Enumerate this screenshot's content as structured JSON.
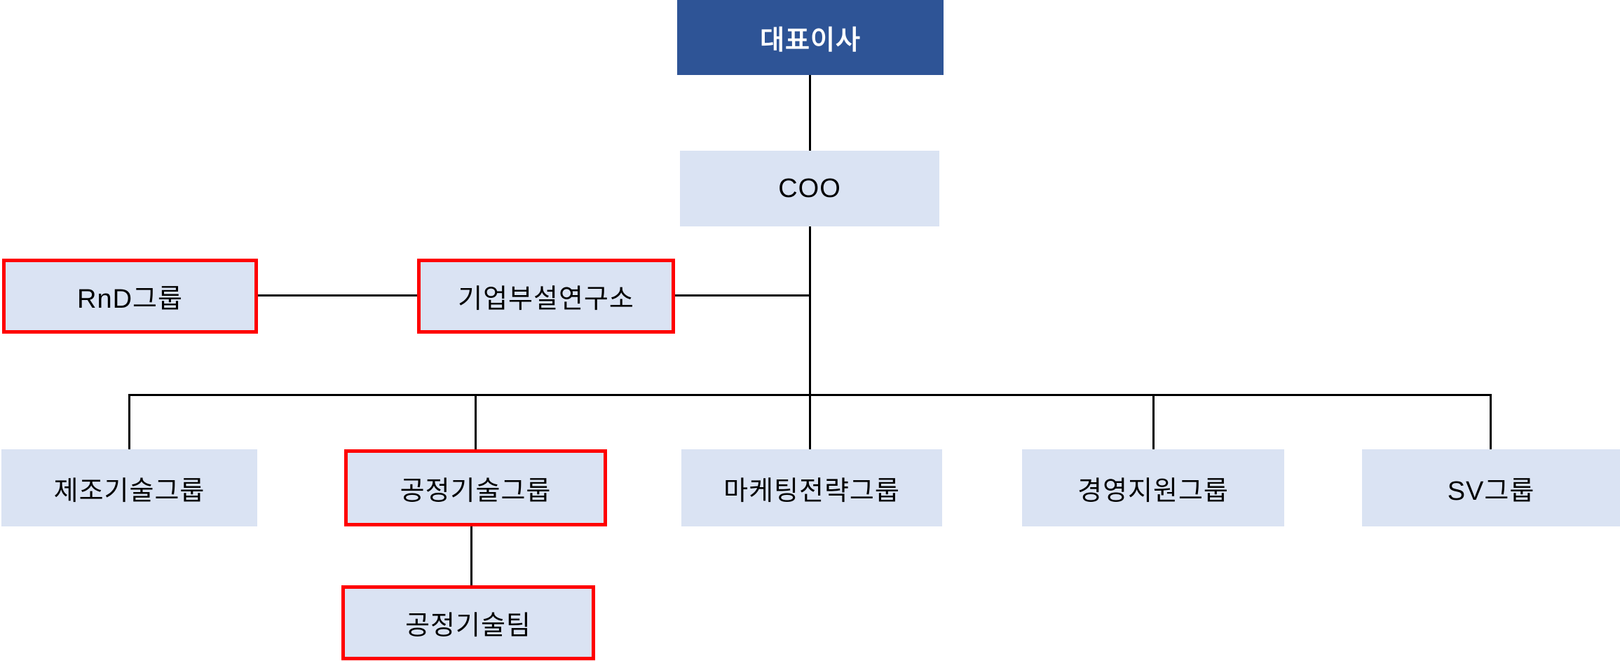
{
  "chart": {
    "title": "organization-chart",
    "nodes": {
      "ceo": {
        "label": "대표이사",
        "level": 1,
        "highlighted": false,
        "style": "primary"
      },
      "coo": {
        "label": "COO",
        "level": 2,
        "highlighted": false,
        "style": "default"
      },
      "rnd": {
        "label": "RnD그룹",
        "level": 3,
        "highlighted": true,
        "style": "default"
      },
      "research": {
        "label": "기업부설연구소",
        "level": 3,
        "highlighted": true,
        "style": "default"
      },
      "mfg": {
        "label": "제조기술그룹",
        "level": 3,
        "highlighted": false,
        "style": "default"
      },
      "process": {
        "label": "공정기술그룹",
        "level": 3,
        "highlighted": true,
        "style": "default"
      },
      "marketing": {
        "label": "마케팅전략그룹",
        "level": 3,
        "highlighted": false,
        "style": "default"
      },
      "mgmt": {
        "label": "경영지원그룹",
        "level": 3,
        "highlighted": false,
        "style": "default"
      },
      "sv": {
        "label": "SV그룹",
        "level": 3,
        "highlighted": false,
        "style": "default"
      },
      "process_team": {
        "label": "공정기술팀",
        "level": 4,
        "highlighted": true,
        "style": "default"
      }
    },
    "edges": [
      {
        "from": "ceo",
        "to": "coo",
        "type": "vertical"
      },
      {
        "from": "coo",
        "to": "research",
        "type": "lateral"
      },
      {
        "from": "research",
        "to": "rnd",
        "type": "lateral"
      },
      {
        "from": "coo",
        "to": "mfg",
        "type": "vertical"
      },
      {
        "from": "coo",
        "to": "process",
        "type": "vertical"
      },
      {
        "from": "coo",
        "to": "marketing",
        "type": "vertical"
      },
      {
        "from": "coo",
        "to": "mgmt",
        "type": "vertical"
      },
      {
        "from": "coo",
        "to": "sv",
        "type": "vertical"
      },
      {
        "from": "process",
        "to": "process_team",
        "type": "vertical"
      }
    ],
    "colors": {
      "primary_fill": "#2E5496",
      "primary_text": "#FFFFFF",
      "node_fill": "#DAE3F3",
      "node_text": "#000000",
      "highlight_border": "#FF0000",
      "connector_color": "#000000",
      "canvas_bg": "#FFFFFF"
    }
  }
}
